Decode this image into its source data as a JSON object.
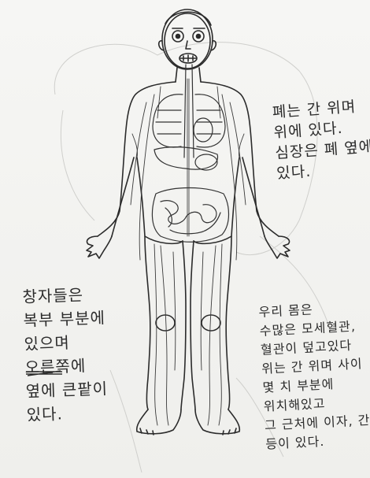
{
  "notes": {
    "lungs": {
      "lines": [
        "폐는 간 위며",
        "위에 있다.",
        "심장은 폐 옆에",
        "있다."
      ]
    },
    "intestines": {
      "lines": [
        "창자들은",
        "복부 부분에",
        "있으며",
        "오른쪽에",
        "옆에 큰팥이",
        "있다."
      ]
    },
    "body": {
      "lines": [
        "우리 몸은",
        "수많은 모세혈관,",
        "혈관이 덮고있다",
        "위는 간 위며 사이",
        "몇 치 부분에",
        "위치해있고",
        "그 근처에 이자, 간,",
        "등이 있다."
      ]
    }
  },
  "colors": {
    "pencil": "#2c2c2c",
    "paper": "#f4f4f2",
    "ghost": "#c9c9c6"
  }
}
